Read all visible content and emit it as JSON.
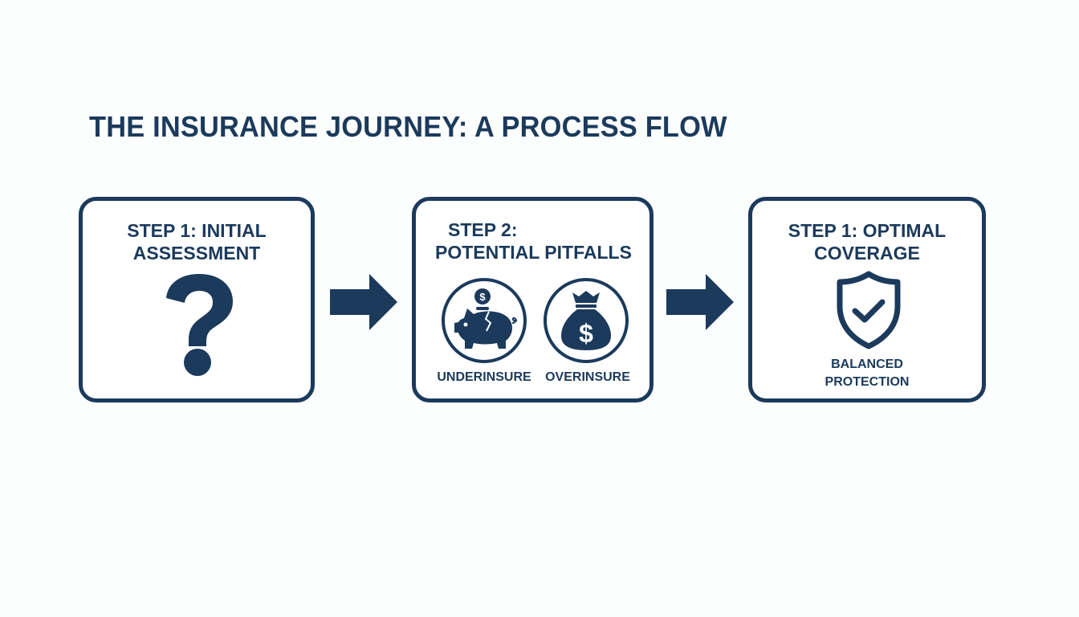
{
  "title": "THE INSURANCE JOURNEY: A PROCESS FLOW",
  "colors": {
    "primary": "#1b3a5c",
    "background": "#fcfdfd",
    "box_fill": "#ffffff"
  },
  "steps": [
    {
      "title_line1": "STEP 1: INITIAL",
      "title_line2": "ASSESSMENT",
      "icon": "question-mark-icon"
    },
    {
      "title_line1": "STEP 2:",
      "title_line2": "POTENTIAL PITFALLS",
      "icons": [
        {
          "icon": "broken-piggy-bank-icon",
          "label": "UNDERINSURE"
        },
        {
          "icon": "money-bag-icon",
          "label": "OVERINSURE"
        }
      ]
    },
    {
      "title_line1": "STEP 1: OPTIMAL",
      "title_line2": "COVERAGE",
      "icon": "shield-check-icon",
      "caption_line1": "BALANCED",
      "caption_line2": "PROTECTION"
    }
  ],
  "connectors": [
    {
      "icon": "arrow-right-icon",
      "from": 1,
      "to": 2
    },
    {
      "icon": "arrow-right-icon",
      "from": 2,
      "to": 3
    }
  ]
}
